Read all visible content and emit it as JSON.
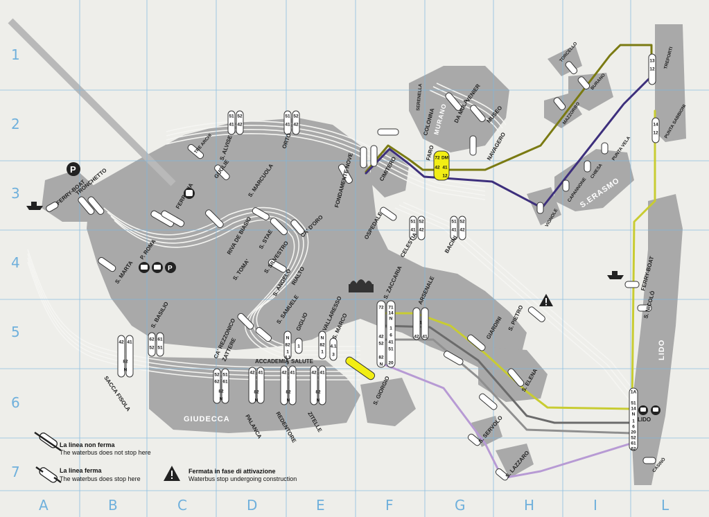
{
  "grid": {
    "cols": [
      "A",
      "B",
      "C",
      "D",
      "E",
      "F",
      "G",
      "H",
      "I",
      "L"
    ],
    "rows": [
      "1",
      "2",
      "3",
      "4",
      "5",
      "6",
      "7"
    ]
  },
  "areas": {
    "giudecca": "GIUDECCA",
    "lido": "LIDO",
    "murano": "MURANO",
    "serasmo": "S.ERASMO"
  },
  "stops": {
    "ferry_boat_w": "FERRY-BOAT",
    "tronchetto": "TRONCHETTO",
    "p_roma": "P. ROMA",
    "s_marta": "S. MARTA",
    "ferrovia": "FERROVIA",
    "tre_archi": "TRE ARCHI",
    "guglie": "GUGLIE",
    "s_alvise": "S. ALVISE",
    "orto": "ORTO",
    "s_marcuola": "S. MARCUOLA",
    "riva_de_biasio": "RIVA DE BIASIO",
    "s_stae": "S. STAE",
    "ca_doro": "CA' D'ORO",
    "s_silvestro": "S. SILVESTRO",
    "s_toma": "S. TOMA'",
    "rialto": "RIALTO",
    "s_angelo": "S. ANGELO",
    "s_samuele": "S. SAMUELE",
    "ca_rezzonico": "CA' REZZONICO",
    "zattere": "ZATTERE",
    "s_basilio": "S. BASILIO",
    "sacca_fisola": "SACCA FISOLA",
    "accademia": "ACCADEMIA",
    "salute": "SALUTE",
    "giglio": "GIGLIO",
    "vallaresso": "VALLARESSO",
    "s_marco": "S. MARCO",
    "palanca": "PALANCA",
    "redentore": "REDENTORE",
    "zitelle": "ZITELLE",
    "fondamente_nove": "FONDAMENTE NOVE",
    "cimitero": "CIMITERO",
    "ospedale": "OSPEDALE",
    "celestia": "CELESTIA",
    "bacini": "BACINI",
    "s_zaccaria": "S. ZACCARIA",
    "arsenale": "ARSENALE",
    "s_giorgio": "S. GIORGIO",
    "giardini": "GIARDINI",
    "s_pietro": "S. PIETRO",
    "s_elena": "S. ELENA",
    "s_servolo": "S. SERVOLO",
    "s_lazzaro": "S. LAZZARO",
    "sterenella": "SERENELLA",
    "colonna": "COLONNA",
    "da_mula": "DA MULA",
    "venier": "VENIER",
    "museo": "MUSEO",
    "navagero": "NAVAGERO",
    "faro": "FARO",
    "torcello": "TORCELLO",
    "burano": "BURANO",
    "mazzorbo": "MAZZORBO",
    "treporti": "TREPORTI",
    "punta_sabbioni": "PUNTA SABBIONI",
    "vignole": "VIGNOLE",
    "capannone": "CAPANNONE",
    "chiesa": "CHIESA",
    "punta_vela": "PUNTA VELA",
    "ferry_boat_e": "FERRY-BOAT",
    "s_nicolo": "S. NICOLÒ",
    "lido": "LIDO",
    "casino": "CASINÒ"
  },
  "badges": {
    "s_alvise": [
      "51",
      "52",
      "41",
      "42"
    ],
    "orto": [
      "51",
      "52",
      "41",
      "42"
    ],
    "celestia": [
      "51",
      "52",
      "41",
      "42"
    ],
    "bacini": [
      "51",
      "52",
      "41",
      "42"
    ],
    "s_basilio": [
      "62",
      "61",
      "52",
      "51"
    ],
    "sacca_fisola": [
      "42",
      "41",
      "82",
      "N"
    ],
    "palanca": [
      "52",
      "51",
      "62",
      "61",
      "82",
      "N"
    ],
    "redentore": [
      "42",
      "41",
      "82",
      "N"
    ],
    "zitelle": [
      "42",
      "41",
      "82",
      "N"
    ],
    "accademia": [
      "42",
      "41",
      "82",
      "N"
    ],
    "giglio": [
      "1"
    ],
    "salute": [
      "N",
      "82",
      "1",
      "4.1",
      "3"
    ],
    "vallaresso": [
      "N",
      "82",
      "1",
      "4.1",
      "3"
    ],
    "s_zaccaria_l": [
      "72",
      "42",
      "52",
      "82",
      "N"
    ],
    "s_zaccaria_r": [
      "71",
      "14",
      "N",
      "1",
      "6",
      "41",
      "51",
      "20"
    ],
    "arsenale": [
      "1",
      "42",
      "41"
    ],
    "faro": [
      "72",
      "DM",
      "42",
      "41",
      "12"
    ],
    "treporti": [
      "13",
      "12"
    ],
    "punta_sabbioni": [
      "14",
      "12"
    ],
    "lido": [
      "1A",
      "51",
      "14",
      "N",
      "1",
      "6",
      "20",
      "52",
      "61",
      "62"
    ]
  },
  "legend": {
    "no_stop_it": "La linea non ferma",
    "no_stop_en": "The waterbus does not stop here",
    "stop_it": "La linea ferma",
    "stop_en": "The waterbus does stop here",
    "construction_it": "Fermata in fase di attivazione",
    "construction_en": "Waterbus stop undergoing construction"
  },
  "colors": {
    "background": "#eeeeea",
    "land": "#a9a9a9",
    "grid": "#7bb6df",
    "line_olive": "#7a7a12",
    "line_purple": "#3d2f7c",
    "line_yellow": "#c8cc32",
    "line_lilac": "#b79ad4",
    "line_grey": "#6b6b6b",
    "highlight_yellow": "#f2ee14"
  },
  "icons": {
    "parking": "parking-icon",
    "train": "train-icon",
    "bus": "bus-icon",
    "ferry": "ferry-icon",
    "warning": "warning-icon",
    "church": "san-marco-basilica-icon"
  }
}
